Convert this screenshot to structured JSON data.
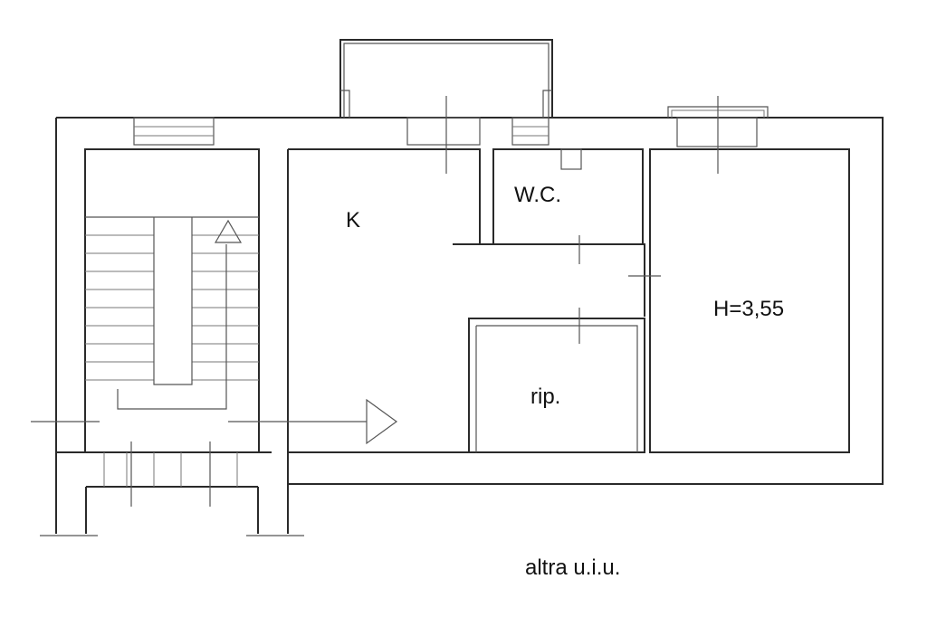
{
  "labels": {
    "kitchen": "K",
    "wc": "W.C.",
    "height": "H=3,55",
    "storage": "rip.",
    "other_unit": "altra u.i.u."
  }
}
